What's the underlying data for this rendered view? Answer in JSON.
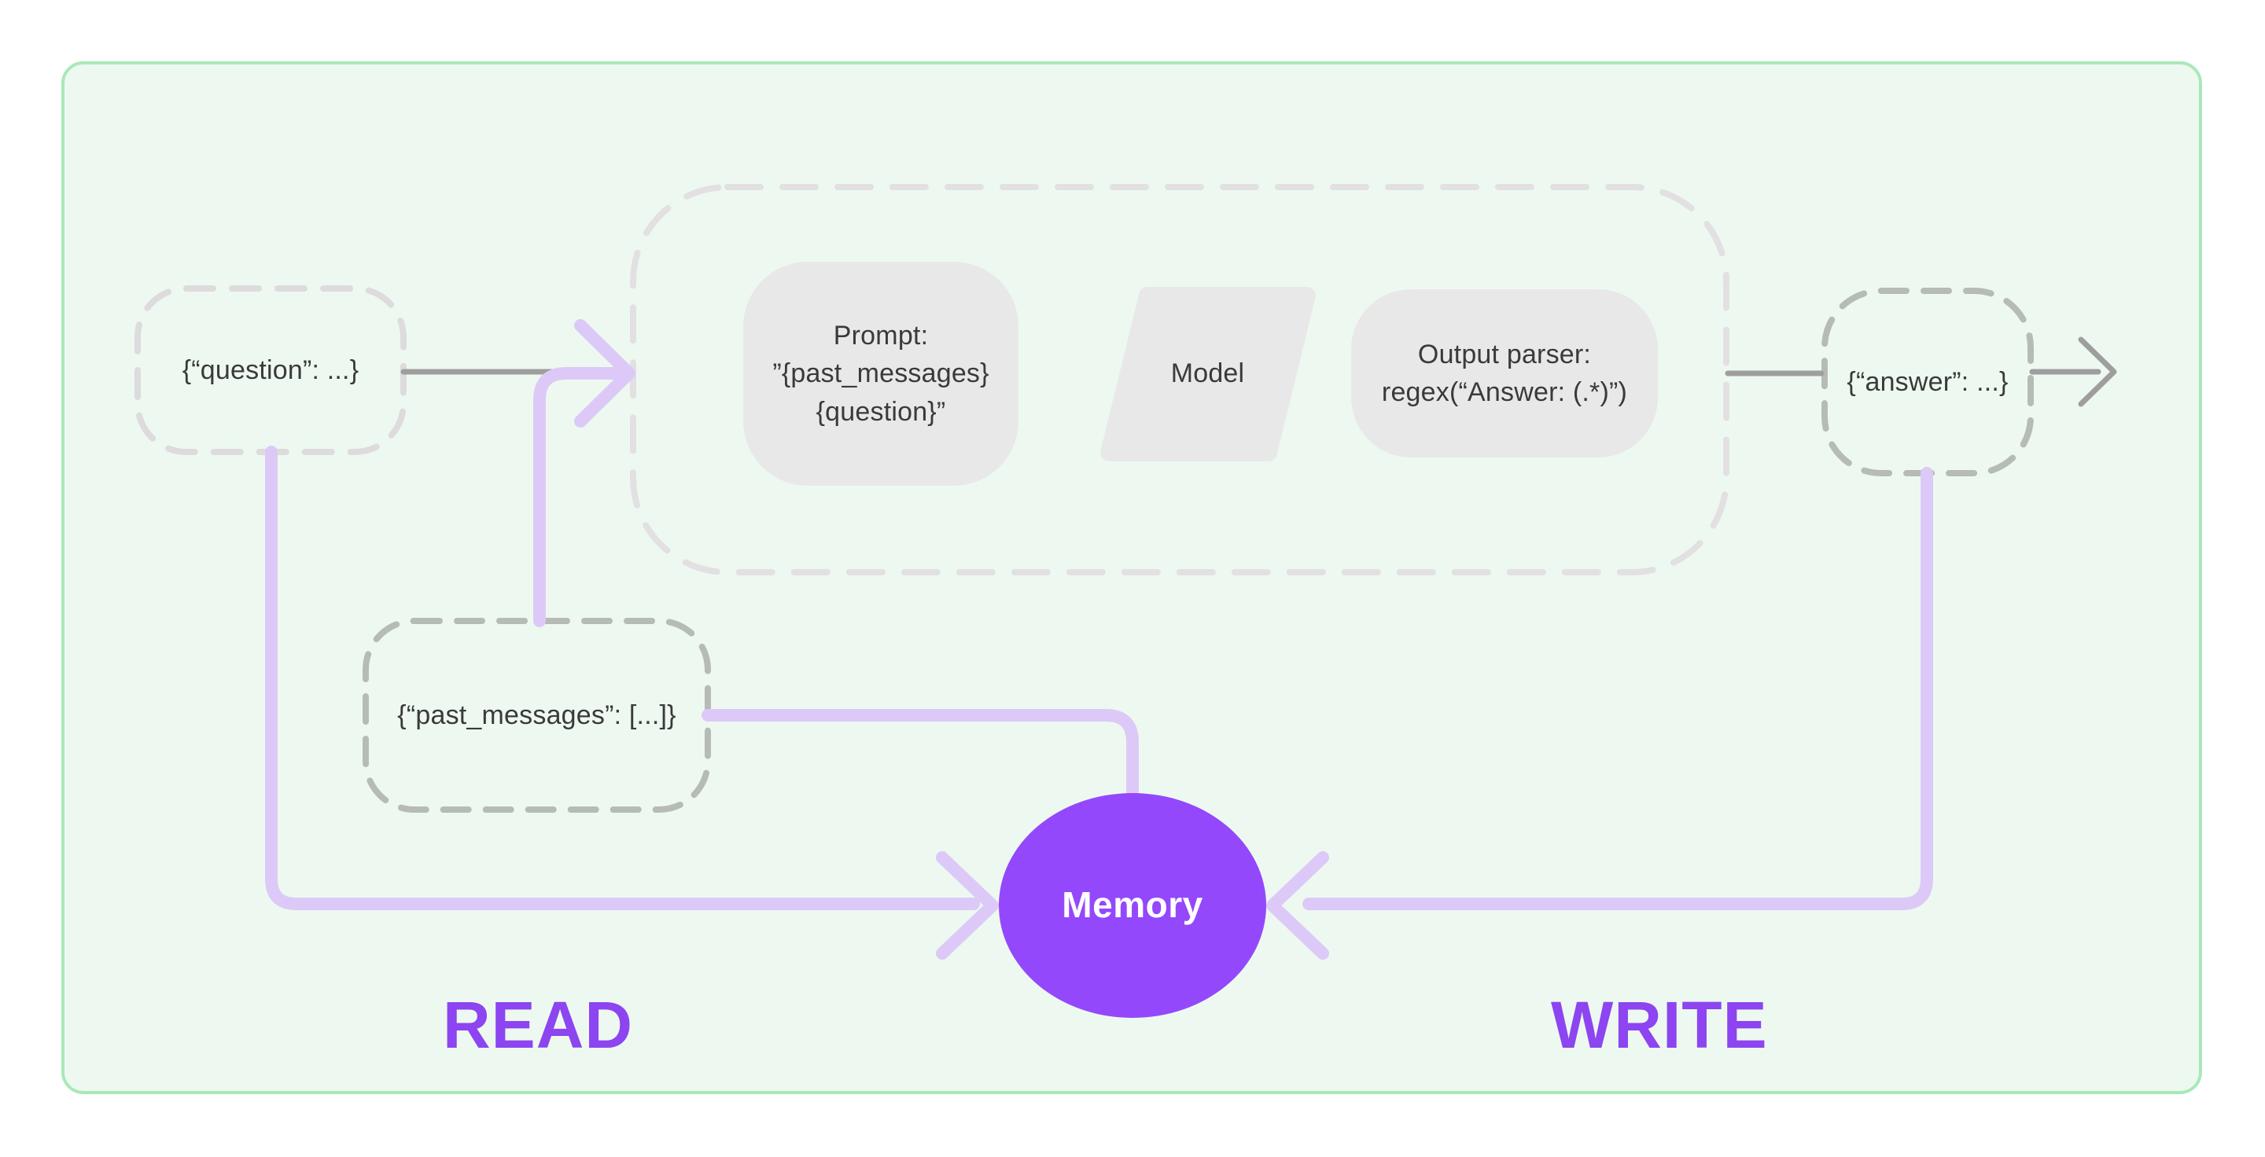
{
  "colors": {
    "page_bg": "#ffffff",
    "container_fill": "#edf9f0",
    "container_border": "#a9e8b9",
    "node_fill": "#e9e8e9",
    "node_text": "#3a3a3a",
    "dashed_light": "#dddbdd",
    "dashed_container": "#e2e0e2",
    "dashed_dark": "#b6bbb6",
    "gray_line": "#9e9e9e",
    "lavender": "#ddc9f7",
    "memory_fill": "#9448fb",
    "memory_text": "#ffffff",
    "label_purple": "#8c45f0"
  },
  "nodes": {
    "question": {
      "label": "{“question”: ...}"
    },
    "prompt": {
      "label": "Prompt:\n”{past_messages}\n{question}”"
    },
    "model": {
      "label": "Model"
    },
    "output_parser": {
      "label": "Output parser:\nregex(“Answer: (.*)”)"
    },
    "answer": {
      "label": "{“answer”: ...}"
    },
    "past_messages": {
      "label": "{“past_messages”: [...]}"
    },
    "memory": {
      "label": "Memory"
    }
  },
  "annotations": {
    "read": "READ",
    "write": "WRITE"
  },
  "icons": {
    "arrows": [
      "right-arrowhead-icon",
      "left-arrowhead-icon",
      "output-arrow-icon"
    ]
  }
}
